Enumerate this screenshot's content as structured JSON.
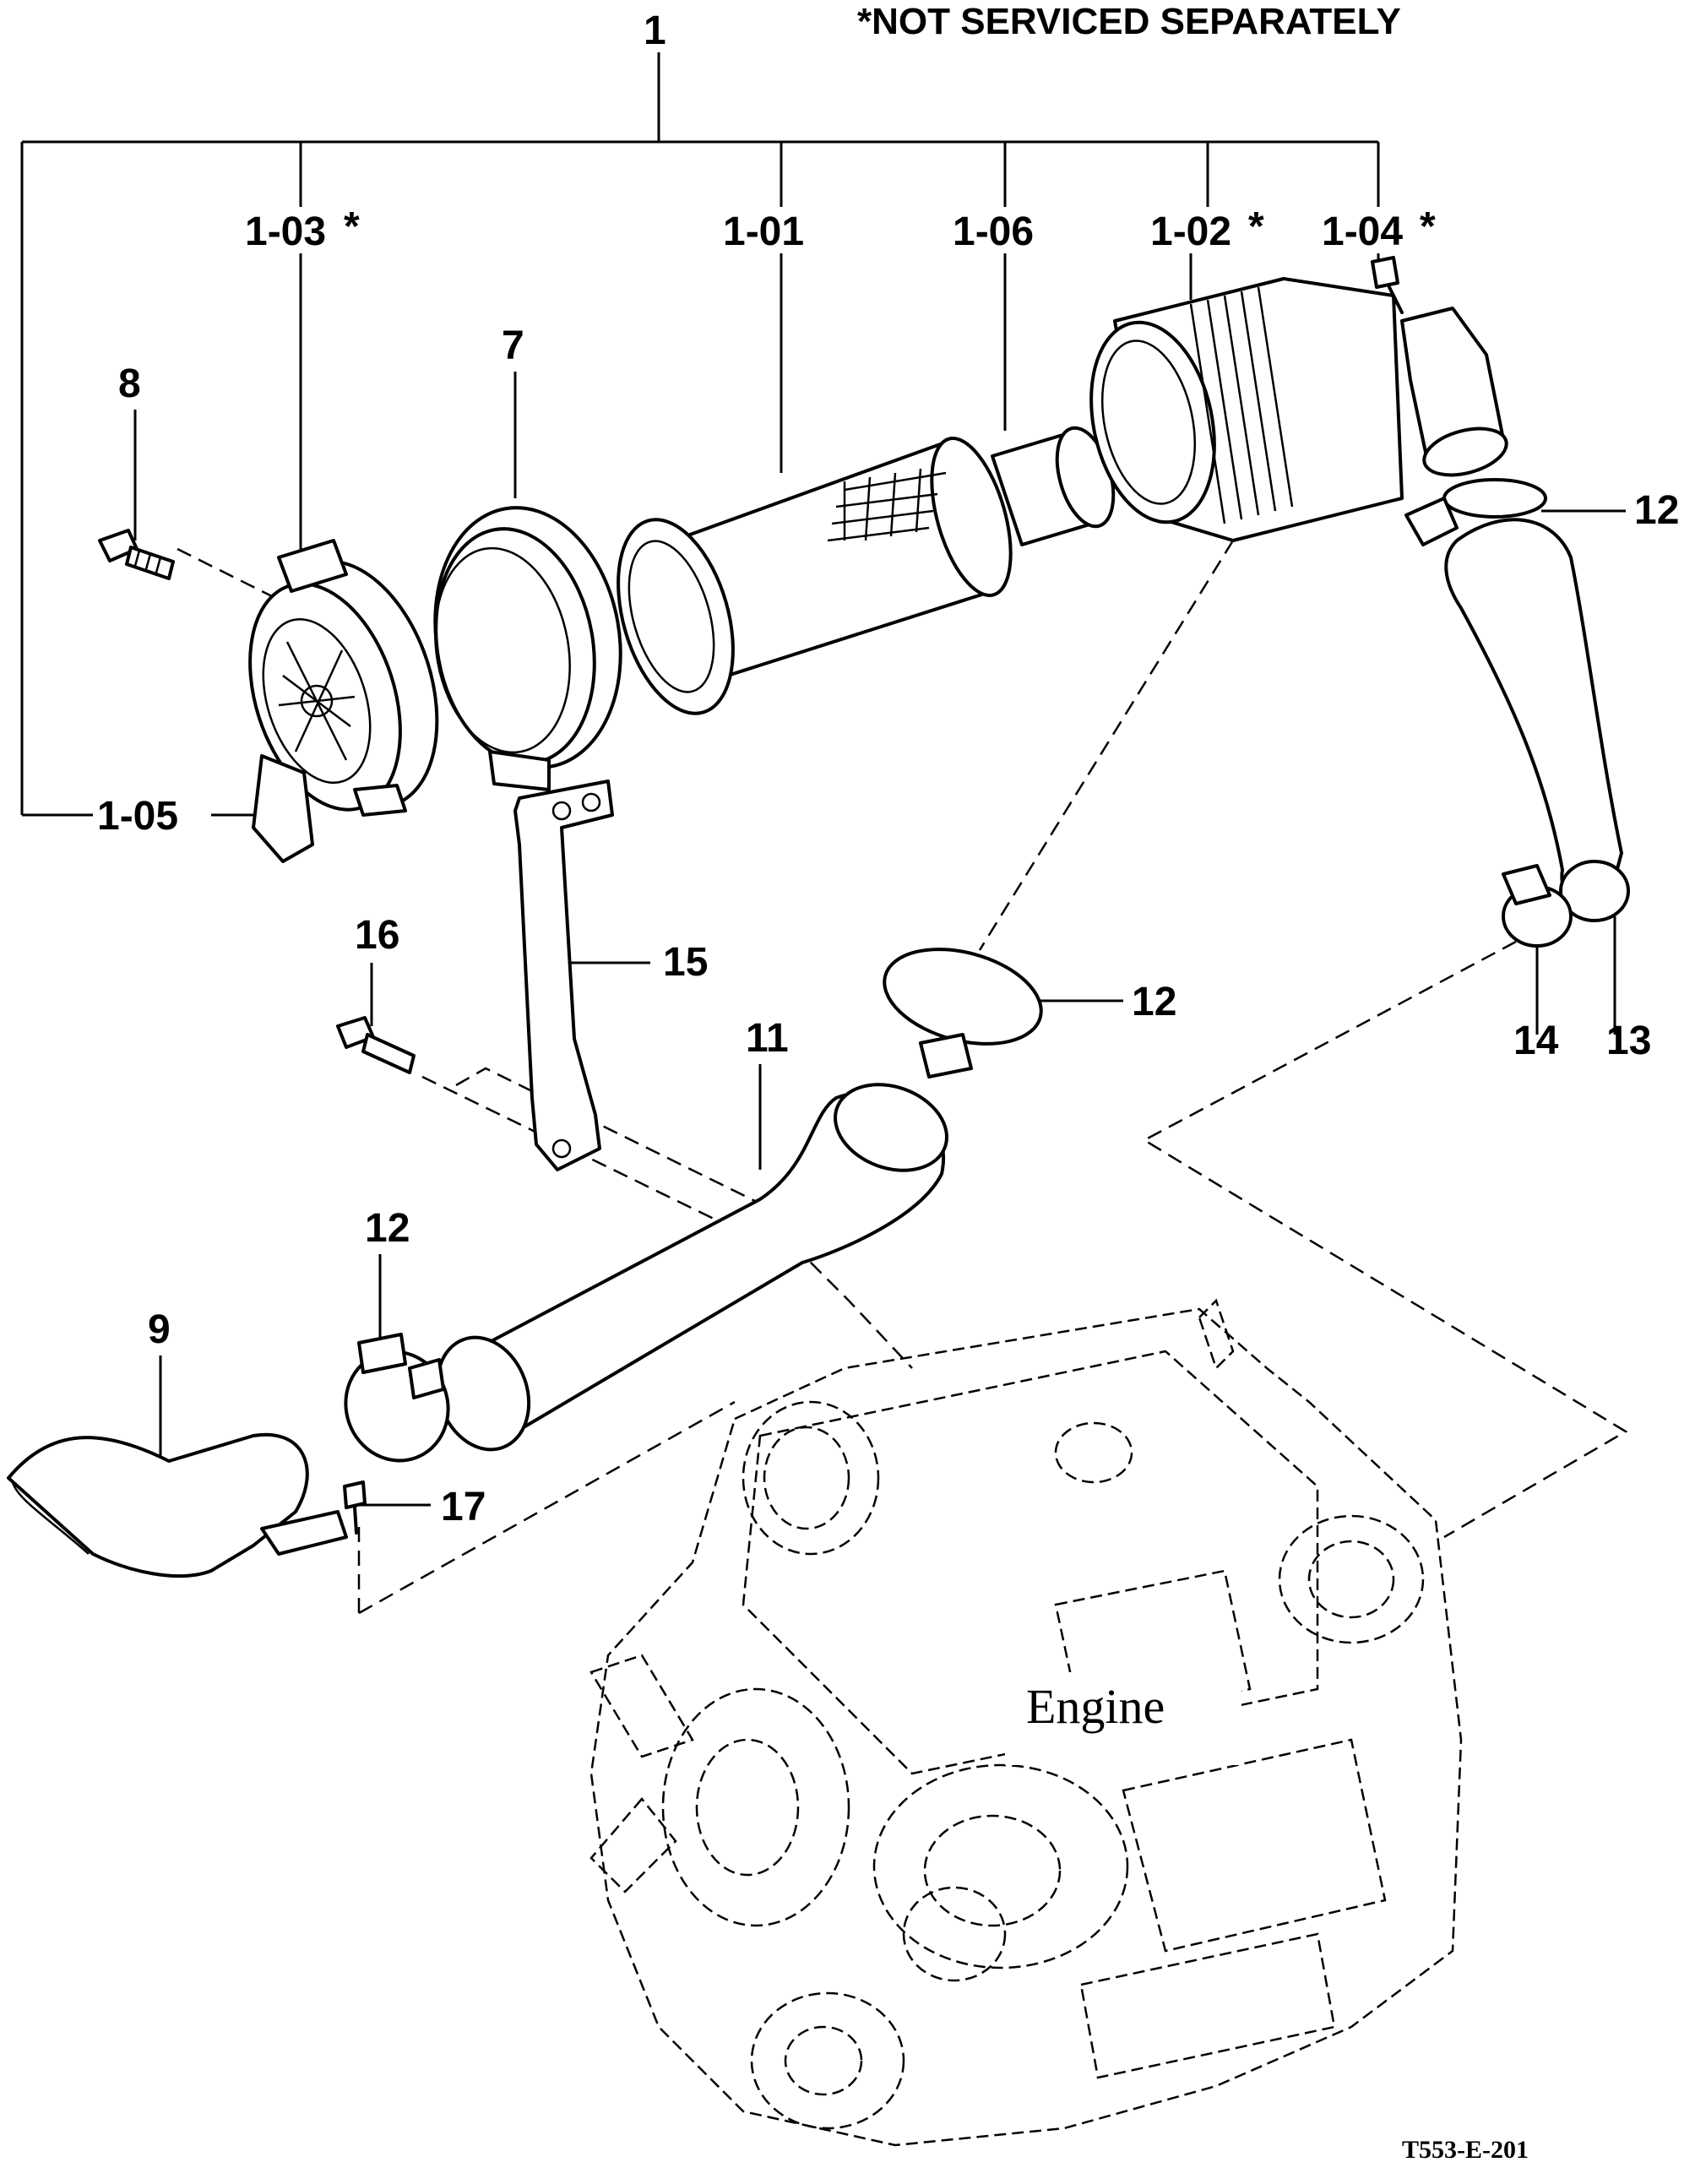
{
  "note": "*NOT SERVICED SEPARATELY",
  "drawing_code": "T553-E-201",
  "engine_label": "Engine",
  "callouts": {
    "c1": "1",
    "c1_01": "1-01",
    "c1_02": "1-02",
    "c1_03": "1-03",
    "c1_04": "1-04",
    "c1_05": "1-05",
    "c1_06": "1-06",
    "c7": "7",
    "c8": "8",
    "c9": "9",
    "c11": "11",
    "c12a": "12",
    "c12b": "12",
    "c12c": "12",
    "c13": "13",
    "c14": "14",
    "c15": "15",
    "c16": "16",
    "c17": "17"
  },
  "star": "*"
}
